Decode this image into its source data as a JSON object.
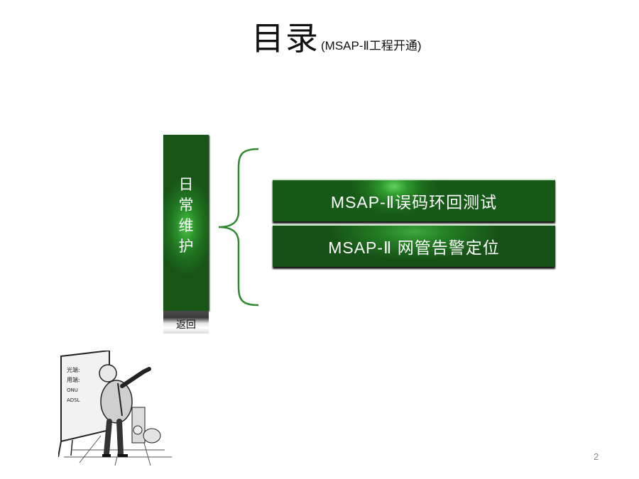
{
  "title": {
    "main": "目录",
    "sub": "(MSAP-Ⅱ工程开通)"
  },
  "sidebar": {
    "label": "日\n常\n维\n护",
    "back_label": "返回"
  },
  "menu": {
    "items": [
      {
        "label": "MSAP-Ⅱ误码环回测试"
      },
      {
        "label": "MSAP-Ⅱ 网管告警定位"
      }
    ]
  },
  "colors": {
    "green_dark": "#175517",
    "green_mid": "#2a8f2a",
    "green_light": "#4cc84a",
    "brace": "#2e8b2e"
  },
  "cartoon": {
    "board_lines": [
      "光端:",
      "用端:",
      "ONU",
      "ADSL"
    ]
  },
  "footer": {
    "page_number": "2"
  }
}
